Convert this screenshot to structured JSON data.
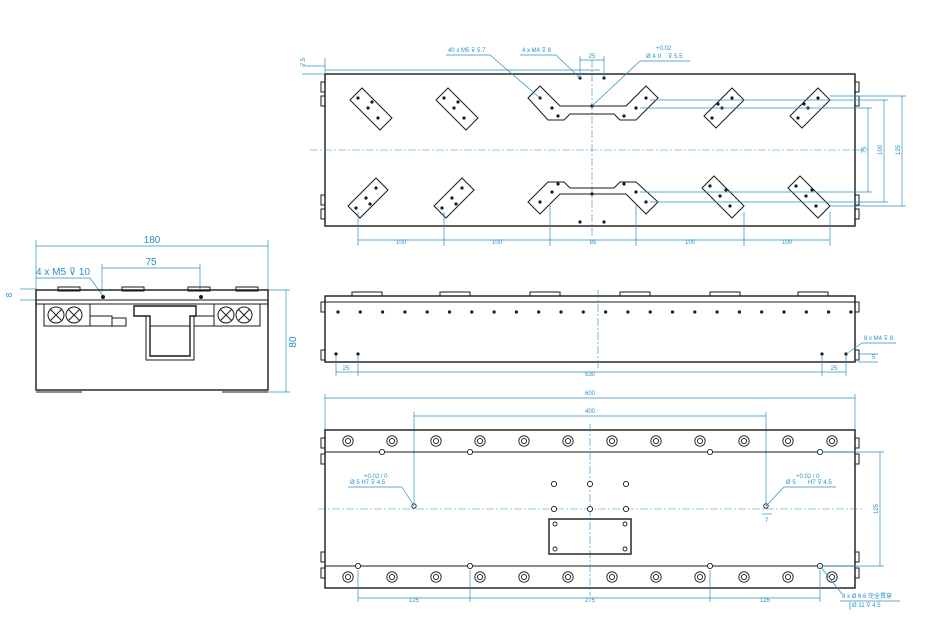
{
  "front_view": {
    "width_180": "180",
    "spacing_75": "75",
    "height_80": "80",
    "offset_8": "8",
    "hole_note": "4 x M5 ⊽ 10"
  },
  "top_view": {
    "note_m5": "40 x M5 ⊽ 5.7",
    "note_m4": "4 x M4 ⊽ 8",
    "dim_25": "25",
    "pin_note": "Ø 4",
    "pin_tol_upper": "+0.02",
    "pin_tol_lower": "0",
    "pin_depth": "⊽ 5.5",
    "dim_75": "7.5",
    "bottom_dims": [
      "100",
      "100",
      "85",
      "100",
      "100"
    ],
    "right_dims": [
      "75",
      "100",
      "125"
    ]
  },
  "side_view": {
    "left_25": "25",
    "mid_530": "530",
    "right_25": "25",
    "hole_note": "8 x M4 ⊽ 8",
    "small_dim": "5"
  },
  "bottom_view": {
    "width_600": "600",
    "span_400": "400",
    "left_hole_note": "Ø 5 H7 ⊽ 4.5",
    "left_hole_tol": "+0.02 / 0",
    "right_hole_note": "Ø 5",
    "right_hole_tol": "+0.02 / 0",
    "right_hole_fit": "H7 ⊽ 4.5",
    "small_dim_7": "7",
    "right_dim_125": "125",
    "bottom_dims": [
      "125",
      "275",
      "125"
    ],
    "cbore_note_line1": "8 x Ø 6.6 完全贯穿",
    "cbore_note_line2": "Ø 11 ⊽ 4.5"
  },
  "colors": {
    "dimension": "#2a8fc4",
    "outline": "#1a1a1a"
  }
}
